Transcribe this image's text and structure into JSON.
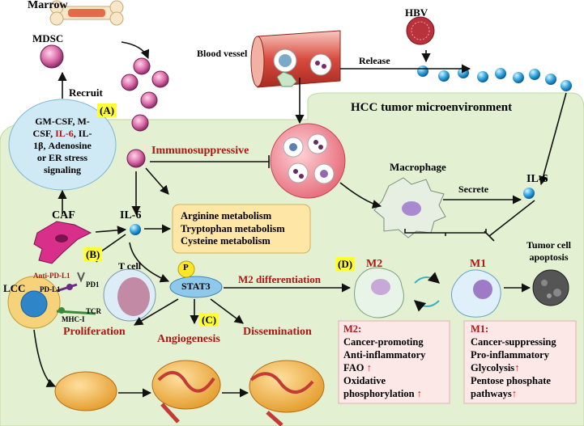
{
  "labels": {
    "marrow": "Marrow",
    "mdsc": "MDSC",
    "recruit": "Recruit",
    "hbv": "HBV",
    "blood_vessel": "Blood vessel",
    "release": "Release",
    "hcc_tme": "HCC tumor microenvironment",
    "immunosuppressive": "Immunosuppressive",
    "macrophage": "Macrophage",
    "secrete": "Secrete",
    "il6": "IL-6",
    "caf": "CAF",
    "p": "P",
    "stat3": "STAT3",
    "m2_differentiation": "M2 differentiation",
    "t_cell": "T cell",
    "anti_pdl1": "Anti-PD-L1",
    "pdl1": "PD-L1",
    "pd1": "PD1",
    "lcc": "LCC",
    "mhc": "MHC-I",
    "tcr": "TCR",
    "m2": "M2",
    "m1": "M1",
    "tumor_apoptosis_1": "Tumor cell",
    "tumor_apoptosis_2": "apoptosis",
    "proliferation": "Proliferation",
    "angiogenesis": "Angiogenesis",
    "dissemination": "Dissemination"
  },
  "tags": {
    "a": "(A)",
    "b": "(B)",
    "c": "(C)",
    "d": "(D)"
  },
  "cytokines": {
    "line1": "GM-CSF, M-",
    "line2a": "CSF, ",
    "line2b": "IL-6",
    "line2c": ", IL-",
    "line3": "1β, Adenosine",
    "line4": "or ER stress",
    "line5": "signaling"
  },
  "metabolism": [
    "Arginine metabolism",
    "Tryptophan metabolism",
    "Cysteine metabolism"
  ],
  "m2_box": {
    "title": "M2:",
    "items": [
      "Cancer-promoting",
      "Anti-inflammatory",
      "FAO",
      "Oxidative",
      "phosphorylation"
    ],
    "up_arrow": "↑"
  },
  "m1_box": {
    "title": "M1:",
    "items": [
      "Cancer-suppressing",
      "Pro-inflammatory",
      "Glycolysis",
      "Pentose phosphate",
      "pathways"
    ],
    "up_arrow": "↑"
  },
  "colors": {
    "microenvironment": "#e3f1d2",
    "highlight_tag": "#ffff33",
    "emphasis_red": "#b01515",
    "feature_box": "#fde8e8"
  }
}
